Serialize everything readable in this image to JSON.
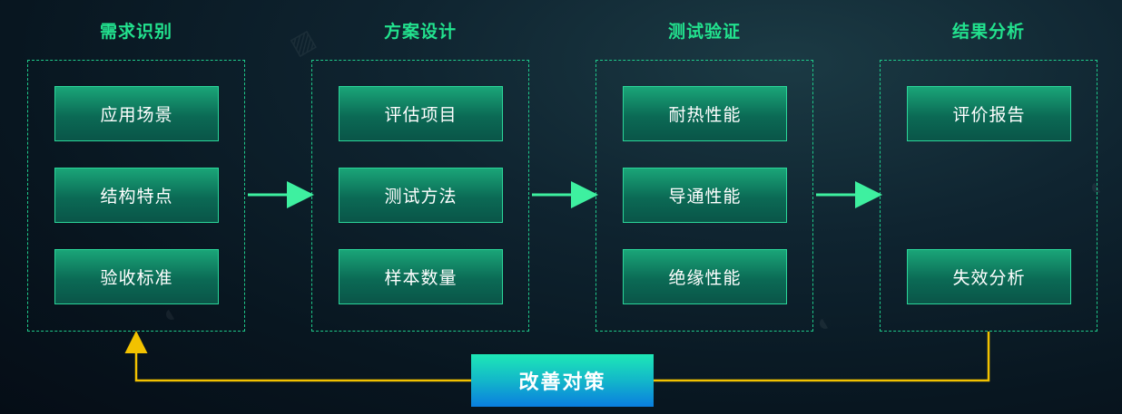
{
  "columns": [
    {
      "title": "需求识别",
      "items": [
        "应用场景",
        "结构特点",
        "验收标准"
      ]
    },
    {
      "title": "方案设计",
      "items": [
        "评估项目",
        "测试方法",
        "样本数量"
      ]
    },
    {
      "title": "测试验证",
      "items": [
        "耐热性能",
        "导通性能",
        "绝缘性能"
      ]
    },
    {
      "title": "结果分析",
      "items": [
        "评价报告",
        "失效分析"
      ]
    }
  ],
  "feedback": {
    "label": "改善对策"
  },
  "colors": {
    "accent": "#22e28e",
    "arrow": "#3ef0a0",
    "feedback_line": "#f2c200"
  }
}
